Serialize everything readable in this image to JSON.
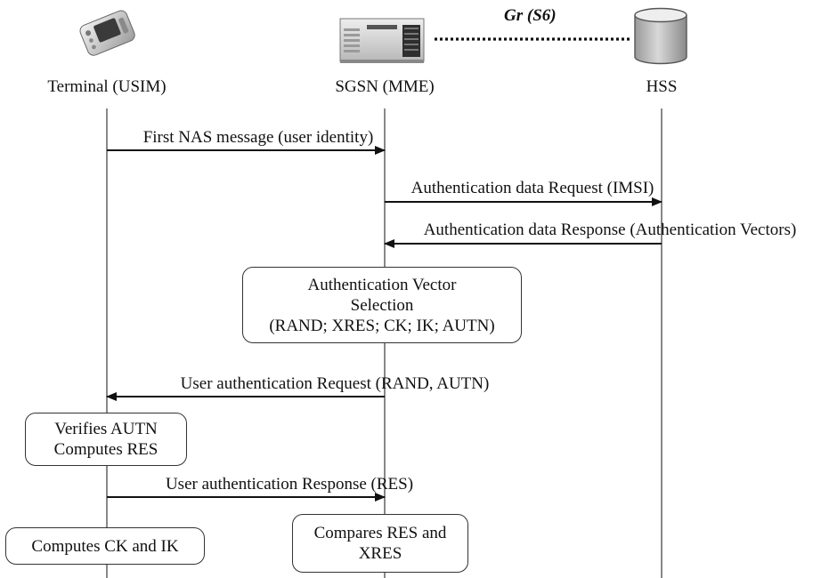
{
  "entities": {
    "terminal": {
      "label": "Terminal (USIM)",
      "icon": "pda-phone-icon"
    },
    "sgsn": {
      "label": "SGSN (MME)",
      "icon": "server-icon"
    },
    "hss": {
      "label": "HSS",
      "icon": "database-icon"
    }
  },
  "link": {
    "label": "Gr (S6)"
  },
  "messages": [
    {
      "text": "First NAS message (user identity)",
      "from": "terminal",
      "to": "sgsn"
    },
    {
      "text": "Authentication data Request (IMSI)",
      "from": "sgsn",
      "to": "hss"
    },
    {
      "text": "Authentication data Response (Authentication Vectors)",
      "from": "hss",
      "to": "sgsn"
    },
    {
      "text": "User authentication Request (RAND, AUTN)",
      "from": "sgsn",
      "to": "terminal"
    },
    {
      "text": "User authentication Response (RES)",
      "from": "terminal",
      "to": "sgsn"
    }
  ],
  "boxes": {
    "vector_selection": {
      "lines": [
        "Authentication Vector",
        "Selection",
        "(RAND; XRES; CK; IK; AUTN)"
      ]
    },
    "verifies": {
      "lines": [
        "Verifies AUTN",
        "Computes RES"
      ]
    },
    "computes_ck_ik": {
      "lines": [
        "Computes CK and IK"
      ]
    },
    "compares": {
      "lines": [
        "Compares RES and",
        "XRES"
      ]
    }
  },
  "colors": {
    "line": "#111111",
    "lifeline": "#555555",
    "box_border": "#333333"
  }
}
